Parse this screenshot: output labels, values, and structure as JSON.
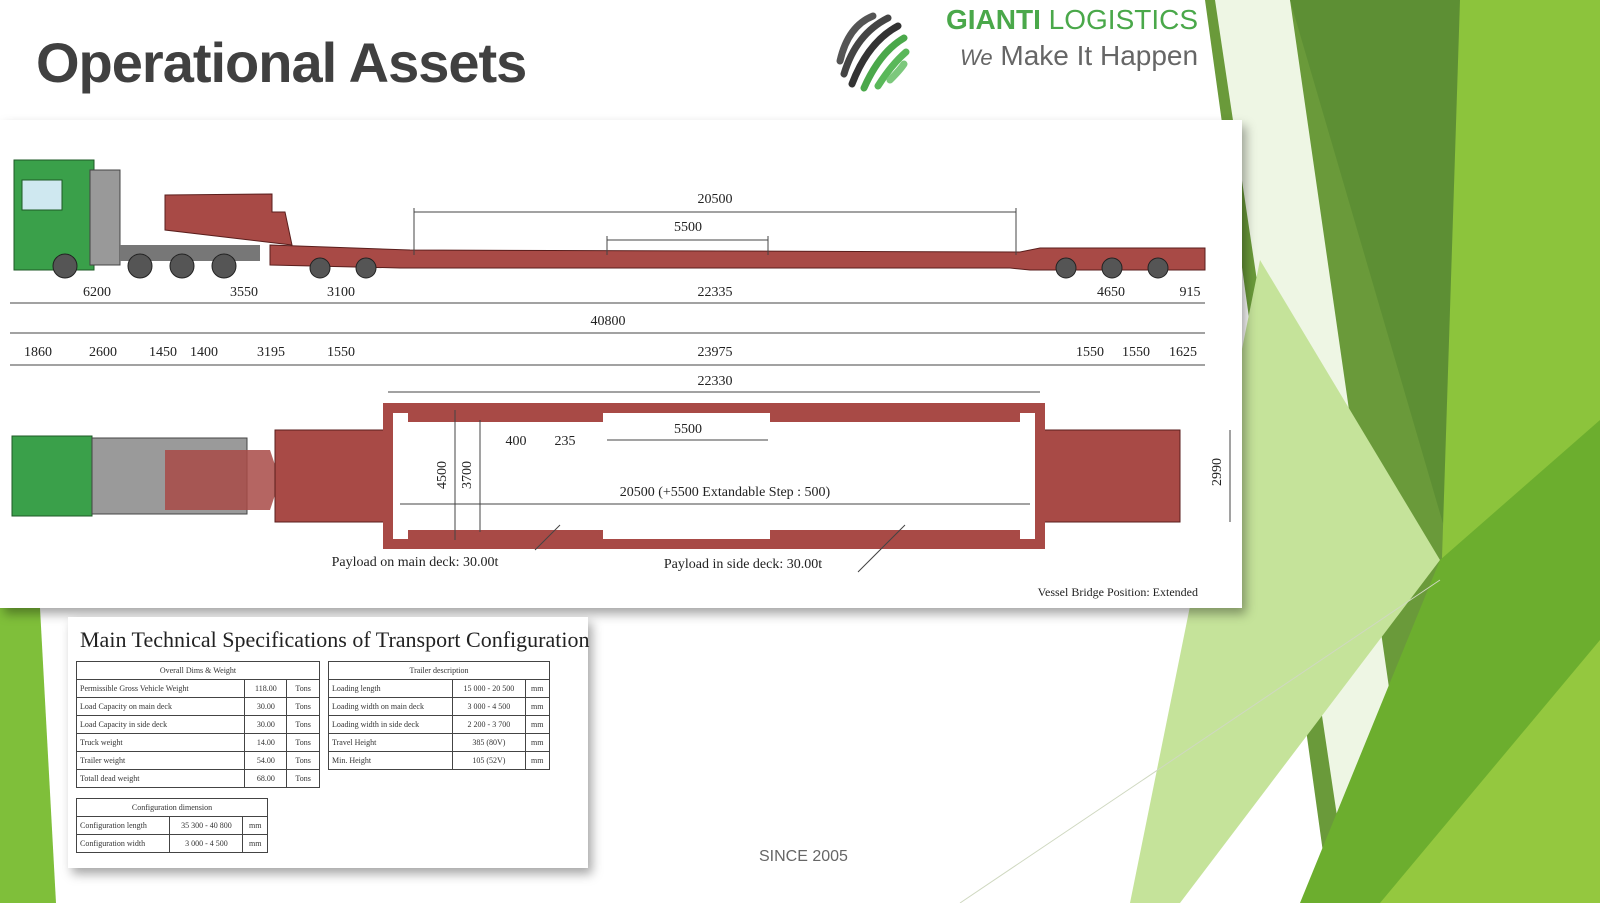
{
  "page": {
    "title": "Operational Assets",
    "footer": "SINCE 2005"
  },
  "brand": {
    "name_bold": "GIANTI",
    "name_rest": "LOGISTICS",
    "tagline_prefix": "We",
    "tagline": "Make It Happen",
    "color": "#4aa84a"
  },
  "diagram": {
    "side_top": {
      "overall_deck": "20500",
      "extension": "5500"
    },
    "row1": [
      "6200",
      "3550",
      "3100",
      "22335",
      "4650",
      "915"
    ],
    "overall_length": "40800",
    "row3": [
      "1860",
      "2600",
      "1450",
      "1400",
      "3195",
      "1550",
      "23975",
      "1550",
      "1550",
      "1625"
    ],
    "top_view": {
      "length": "22330",
      "d400": "400",
      "d235": "235",
      "ext": "5500",
      "width_outer": "4500",
      "width_inner": "3700",
      "width_rear": "2990",
      "deck_note": "20500 (+5500 Extandable Step : 500)",
      "payload_main": "Payload on main deck: 30.00t",
      "payload_side": "Payload in side deck: 30.00t",
      "vessel_bridge": "Vessel Bridge Position: Extended"
    },
    "colors": {
      "trailer": "#a84a46",
      "truck": "#3aa04a"
    }
  },
  "specs": {
    "title": "Main Technical Specifications of Transport Configuration",
    "overall": {
      "header": "Overall Dims & Weight",
      "rows": [
        [
          "Permissible Gross Vehicle Weight",
          "118.00",
          "Tons"
        ],
        [
          "Load Capacity on main deck",
          "30.00",
          "Tons"
        ],
        [
          "Load Capacity in side deck",
          "30.00",
          "Tons"
        ],
        [
          "Truck weight",
          "14.00",
          "Tons"
        ],
        [
          "Trailer weight",
          "54.00",
          "Tons"
        ],
        [
          "Totall dead weight",
          "68.00",
          "Tons"
        ]
      ]
    },
    "config": {
      "header": "Configuration dimension",
      "rows": [
        [
          "Configuration length",
          "35 300 - 40 800",
          "mm"
        ],
        [
          "Configuration width",
          "3 000 - 4 500",
          "mm"
        ]
      ]
    },
    "trailer": {
      "header": "Trailer description",
      "rows": [
        [
          "Loading length",
          "15 000 - 20 500",
          "mm"
        ],
        [
          "Loading width on main deck",
          "3 000 - 4 500",
          "mm"
        ],
        [
          "Loading width in side deck",
          "2 200 - 3 700",
          "mm"
        ],
        [
          "Travel Height",
          "385 (80V)",
          "mm"
        ],
        [
          "Min. Height",
          "105 (52V)",
          "mm"
        ]
      ]
    }
  }
}
